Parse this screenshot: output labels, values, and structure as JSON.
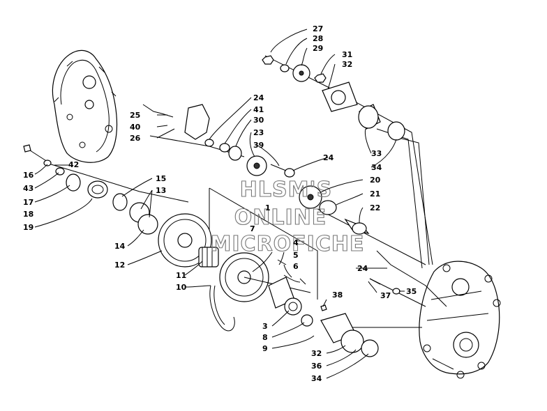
{
  "watermark": [
    "HLSM'S",
    "ONLINE",
    "MICROFICHE"
  ],
  "labels": [
    "27",
    "28",
    "29",
    "31",
    "32",
    "24",
    "41",
    "30",
    "23",
    "39",
    "25",
    "40",
    "26",
    "24",
    "20",
    "21",
    "22",
    "16",
    "42",
    "43",
    "17",
    "18",
    "19",
    "15",
    "13",
    "1",
    "7",
    "4",
    "5",
    "6",
    "14",
    "12",
    "11",
    "10",
    "24",
    "35",
    "37",
    "38",
    "3",
    "8",
    "9",
    "32",
    "36",
    "34",
    "33",
    "34"
  ]
}
